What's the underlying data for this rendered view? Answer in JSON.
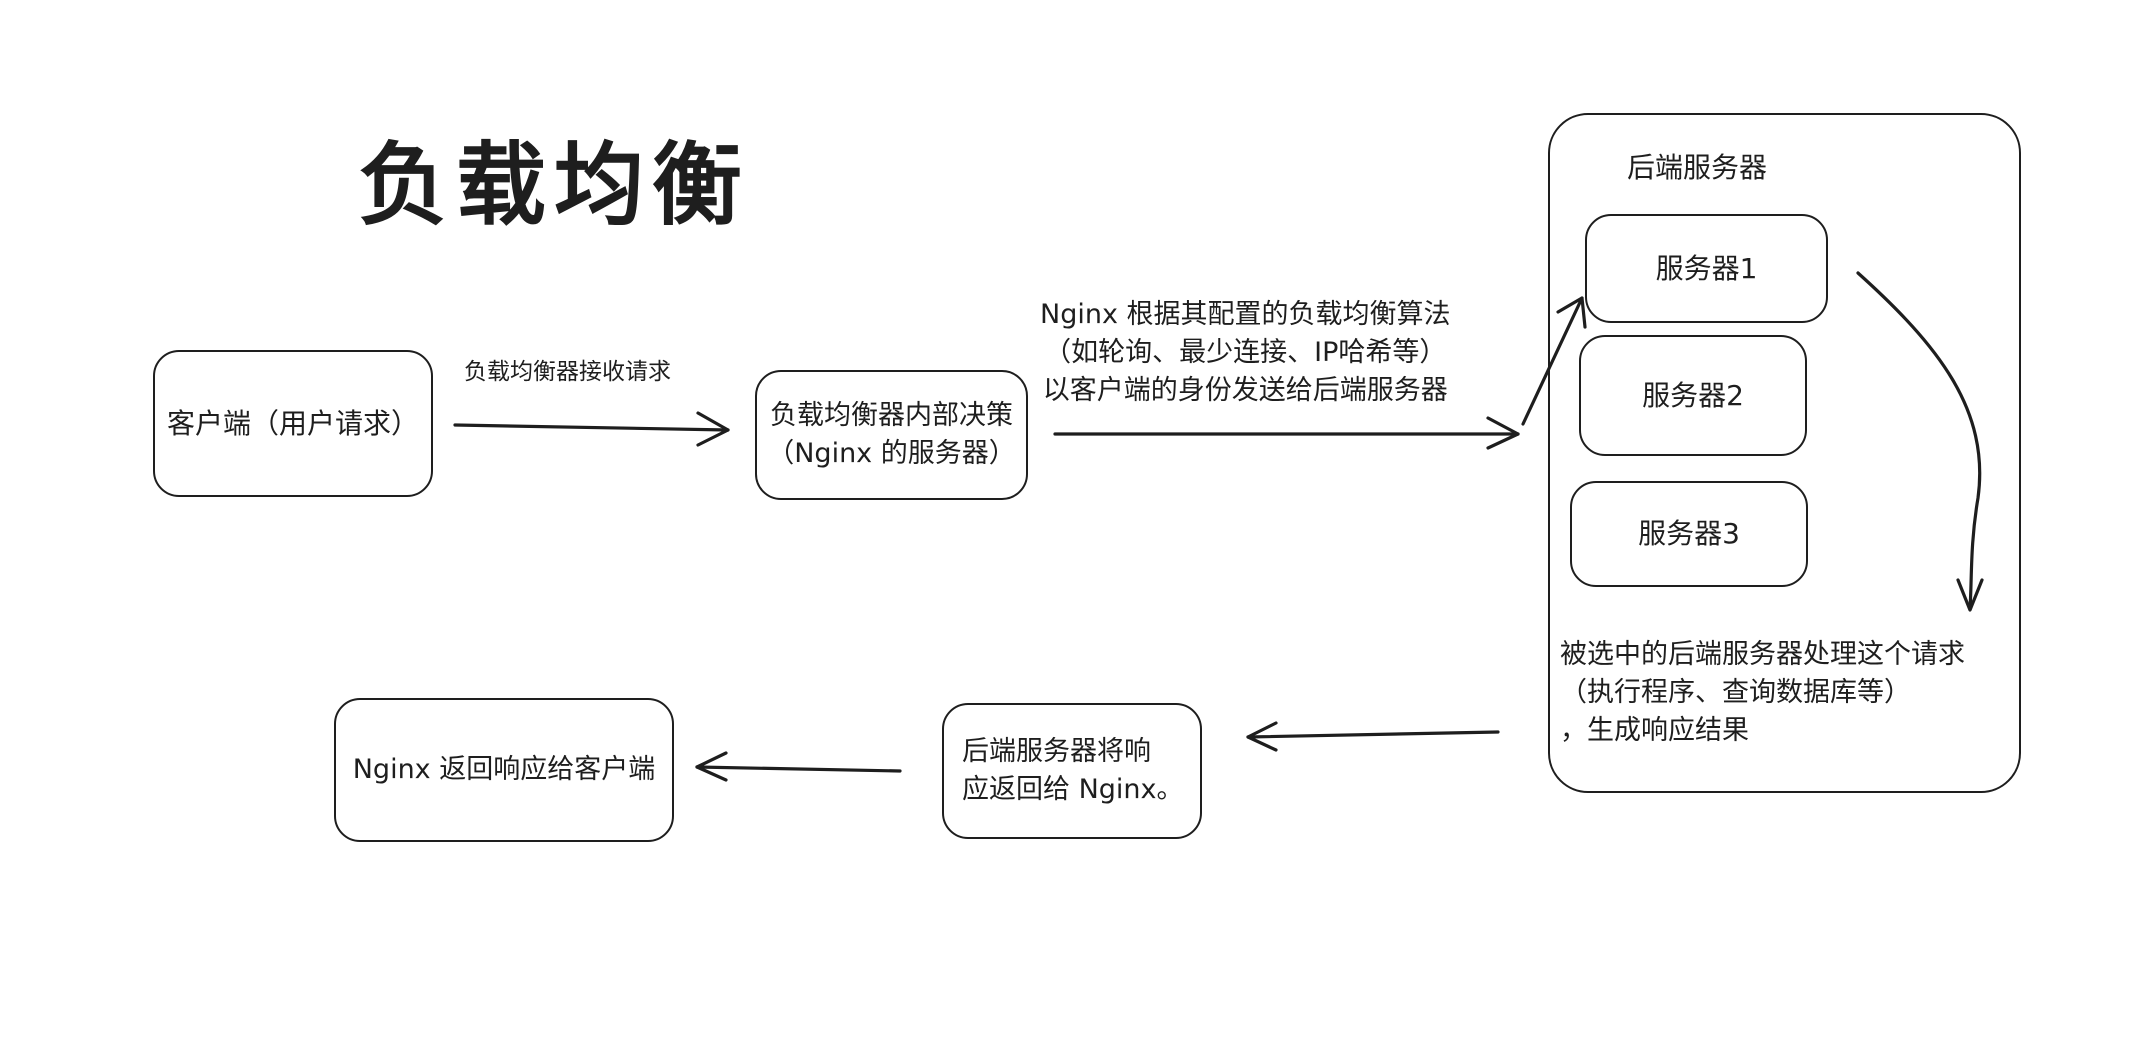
{
  "title": "负载均衡",
  "nodes": {
    "client": "客户端（用户请求）",
    "lb_decision": [
      "负载均衡器内部决策",
      "（Nginx 的服务器）"
    ],
    "backend_group": "后端服务器",
    "server1": "服务器1",
    "server2": "服务器2",
    "server3": "服务器3",
    "backend_response": [
      "后端服务器将响",
      "应返回给 Nginx。"
    ],
    "nginx_return": "Nginx 返回响应给客户端"
  },
  "labels": {
    "receive": "负载均衡器接收请求",
    "algorithm": [
      "Nginx 根据其配置的负载均衡算法",
      "（如轮询、最少连接、IP哈希等）",
      "以客户端的身份发送给后端服务器"
    ],
    "process": [
      "被选中的后端服务器处理这个请求",
      "（执行程序、查询数据库等）",
      "，生成响应结果"
    ]
  },
  "colors": {
    "stroke": "#1e1e1e",
    "background": "#ffffff"
  }
}
